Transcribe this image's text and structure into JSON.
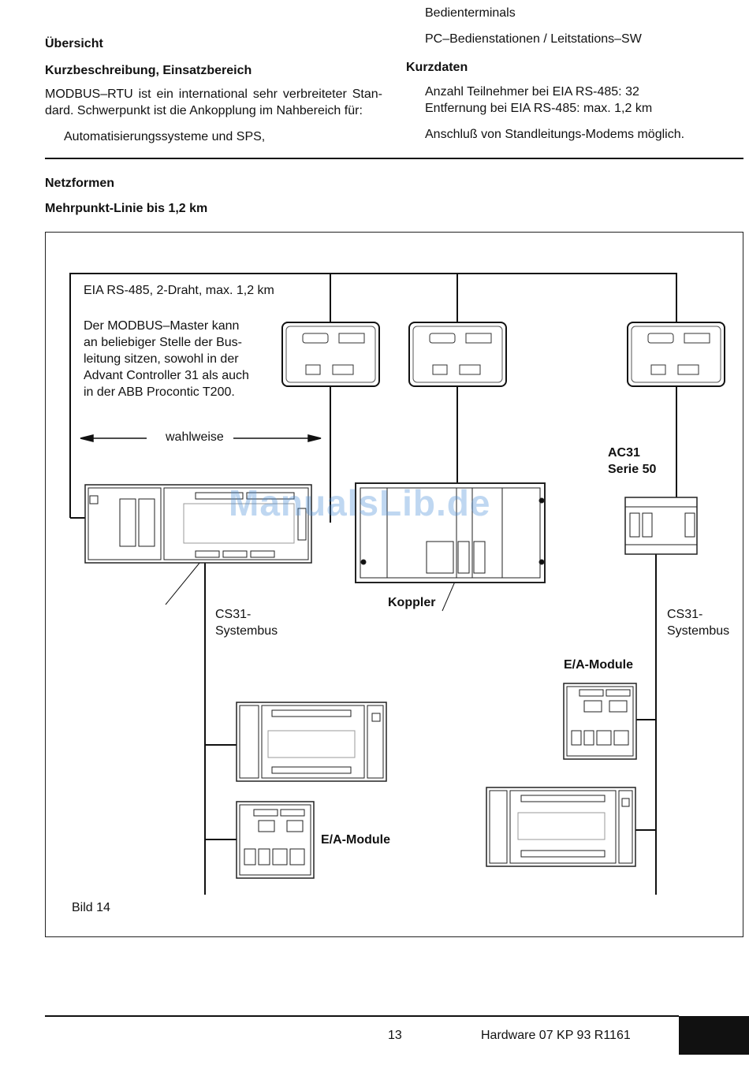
{
  "header_left": {
    "overview": "Übersicht",
    "short_desc_heading": "Kurzbeschreibung, Einsatzbereich",
    "intro_line1": "MODBUS–RTU ist ein international sehr verbreiteter Stan-",
    "intro_line2": "dard. Schwerpunkt ist die Ankopplung im Nahbereich für:",
    "bullet1": "Automatisierungssysteme und SPS,"
  },
  "header_right": {
    "bullet2": "Bedienterminals",
    "bullet3": "PC–Bedienstationen / Leitstations–SW",
    "kurzdaten_heading": "Kurzdaten",
    "data1": "Anzahl Teilnehmer bei EIA RS-485: 32",
    "data2": "Entfernung bei EIA RS-485: max. 1,2 km",
    "data3": "Anschluß von Standleitungs-Modems möglich."
  },
  "section": {
    "heading": "Netzformen",
    "subheading": "Mehrpunkt-Linie bis 1,2 km"
  },
  "figure": {
    "bus_label": "EIA RS-485, 2-Draht, max. 1,2 km",
    "master_note_lines": [
      "Der MODBUS–Master kann",
      "an beliebiger Stelle der Bus-",
      "leitung sitzen, sowohl in der",
      "Advant Controller 31 als auch",
      "in der ABB Procontic T200."
    ],
    "wahlweise": "wahlweise",
    "ac31_line1": "AC31",
    "ac31_line2": "Serie 50",
    "koppler": "Koppler",
    "cs31_left_line1": "CS31-",
    "cs31_left_line2": "Systembus",
    "cs31_right_line1": "CS31-",
    "cs31_right_line2": "Systembus",
    "ea_module_right": "E/A-Module",
    "ea_module_left": "E/A-Module",
    "caption": "Bild 14",
    "watermark": "ManualsLib.de"
  },
  "footer": {
    "page_number": "13",
    "doc_id": "Hardware 07 KP 93 R1161"
  }
}
